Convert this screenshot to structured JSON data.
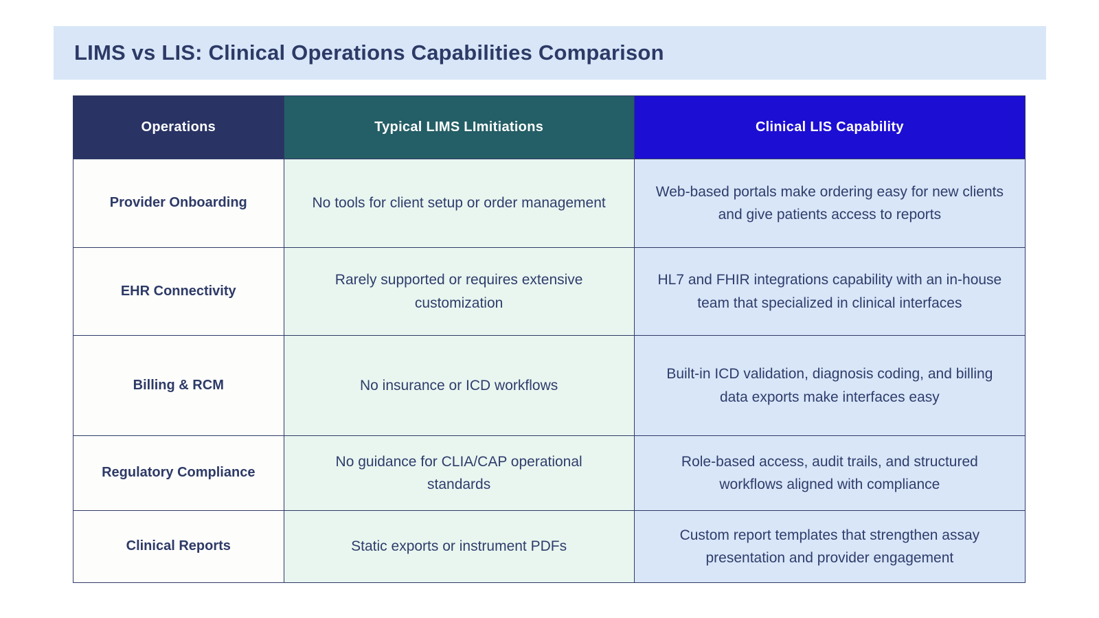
{
  "title": "LIMS vs LIS: Clinical Operations Capabilities Comparison",
  "colors": {
    "page_bg": "#ffffff",
    "title_band_bg": "#d8e6f8",
    "title_text": "#2d3a66",
    "header_operations_bg": "#293364",
    "header_lims_bg": "#245e66",
    "header_lis_bg": "#1d0ed3",
    "header_text": "#ffffff",
    "operations_cell_bg": "#fdfdfc",
    "lims_cell_bg": "#e9f6f0",
    "lis_cell_bg": "#d9e6f8",
    "body_text": "#2f3c6b",
    "border": "#2d3a66"
  },
  "table": {
    "columns": [
      {
        "label": "Operations"
      },
      {
        "label": "Typical LIMS LImitiations"
      },
      {
        "label": "Clinical LIS Capability"
      }
    ],
    "rows": [
      {
        "operation": "Provider Onboarding",
        "lims_limitation": "No tools for client setup or order management",
        "lis_capability": "Web-based portals make ordering easy for new clients and give patients access to reports"
      },
      {
        "operation": "EHR Connectivity",
        "lims_limitation": "Rarely supported or requires extensive customization",
        "lis_capability": "HL7 and FHIR integrations capability with an in-house team that specialized in clinical interfaces"
      },
      {
        "operation": "Billing & RCM",
        "lims_limitation": "No insurance or ICD workflows",
        "lis_capability": "Built-in ICD validation, diagnosis coding, and billing data exports make interfaces easy"
      },
      {
        "operation": "Regulatory Compliance",
        "lims_limitation": "No guidance for CLIA/CAP operational standards",
        "lis_capability": "Role-based access, audit trails, and structured workflows aligned with compliance"
      },
      {
        "operation": "Clinical Reports",
        "lims_limitation": "Static exports or instrument PDFs",
        "lis_capability": "Custom report templates that strengthen assay presentation and provider engagement"
      }
    ]
  }
}
